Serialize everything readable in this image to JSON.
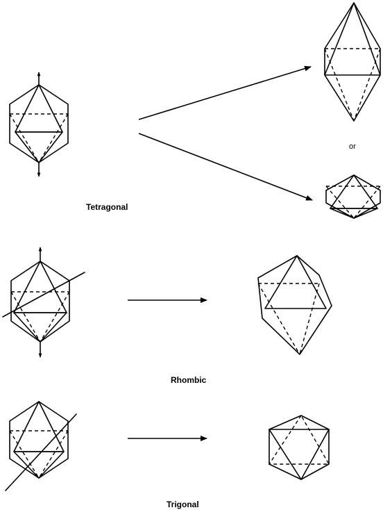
{
  "labels": {
    "tetragonal": "Tetragonal",
    "or": "or",
    "rhombic": "Rhombic",
    "trigonal": "Trigonal"
  }
}
